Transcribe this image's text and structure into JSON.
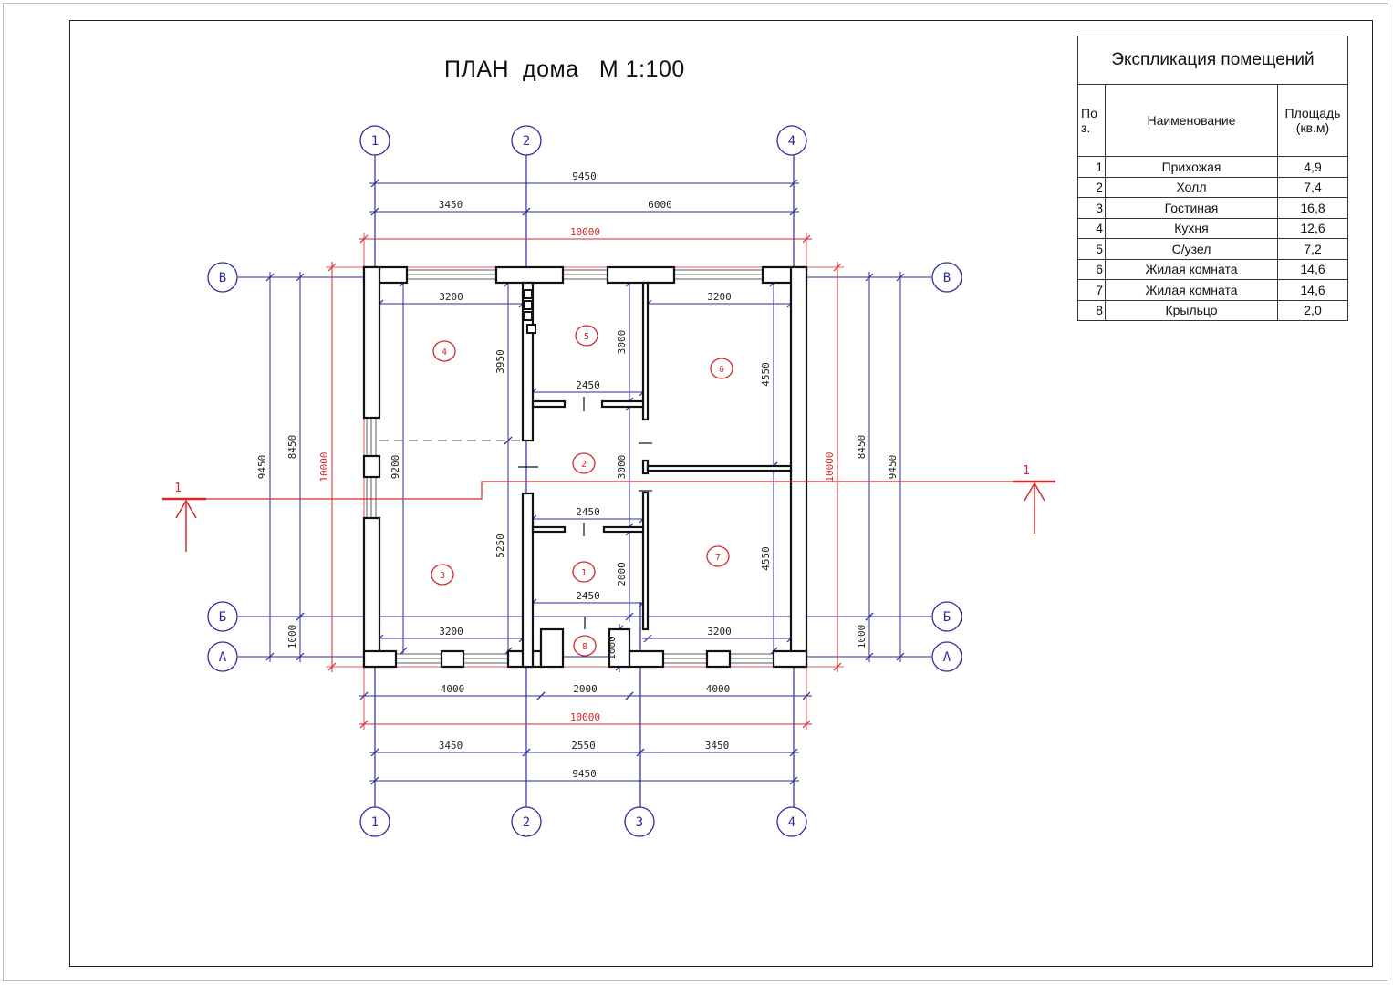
{
  "title": "ПЛАН  дома   М 1:100",
  "axes": {
    "x": [
      "1",
      "2",
      "3",
      "4"
    ],
    "y": [
      "В",
      "Б",
      "А"
    ]
  },
  "section_mark": "1",
  "rooms": [
    "1",
    "2",
    "3",
    "4",
    "5",
    "6",
    "7",
    "8"
  ],
  "dimensions": {
    "top_overall": "9450",
    "top_a": "3450",
    "top_b": "6000",
    "top_wall": "10000",
    "kitchen_w": "3200",
    "room6_w": "3200",
    "wc_w": "2450",
    "hall_w": "2450",
    "entry_w": "2450",
    "living_w": "3200",
    "room7_w": "3200",
    "kitchen_h": "3950",
    "wc_h": "3000",
    "room6_h": "4550",
    "left_room_h": "9200",
    "hall_h": "3000",
    "living_h": "5250",
    "entry_h": "2000",
    "room7_h": "4550",
    "porch_h": "1000",
    "left_overall": "9450",
    "left_a": "8450",
    "left_b": "1000",
    "left_wall": "10000",
    "right_wall": "10000",
    "right_a": "8450",
    "right_b": "1000",
    "right_overall": "9450",
    "bot_a": "4000",
    "bot_porch": "2000",
    "bot_b": "4000",
    "bot_wall": "10000",
    "bot_axis_a": "3450",
    "bot_axis_b": "2550",
    "bot_axis_c": "3450",
    "bot_overall": "9450"
  },
  "explication": {
    "title": "Экспликация помещений",
    "headers": {
      "pos": "По з.",
      "name": "Наименование",
      "area": "Площадь (кв.м)"
    },
    "rows": [
      {
        "pos": "1",
        "name": "Прихожая",
        "area": "4,9"
      },
      {
        "pos": "2",
        "name": "Холл",
        "area": "7,4"
      },
      {
        "pos": "3",
        "name": "Гостиная",
        "area": "16,8"
      },
      {
        "pos": "4",
        "name": "Кухня",
        "area": "12,6"
      },
      {
        "pos": "5",
        "name": "С/узел",
        "area": "7,2"
      },
      {
        "pos": "6",
        "name": "Жилая комната",
        "area": "14,6"
      },
      {
        "pos": "7",
        "name": "Жилая комната",
        "area": "14,6"
      },
      {
        "pos": "8",
        "name": "Крыльцо",
        "area": "2,0"
      }
    ]
  },
  "colors": {
    "grid": "#2b2b9c",
    "red": "#d42a2a",
    "wall": "#111111"
  }
}
